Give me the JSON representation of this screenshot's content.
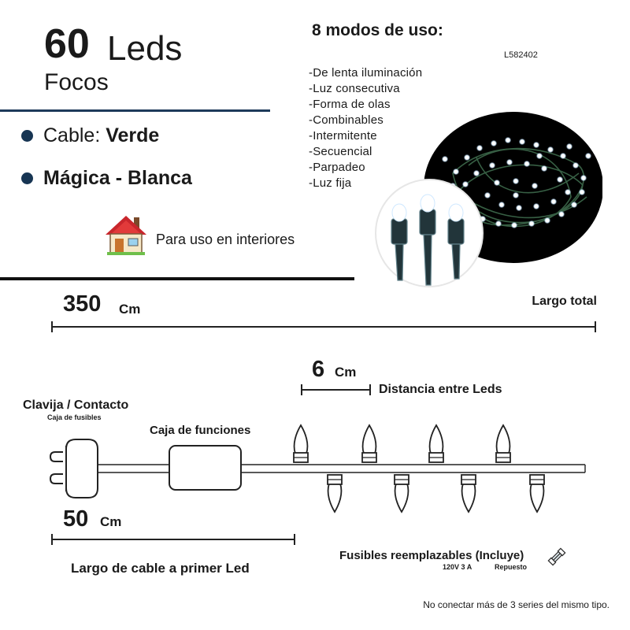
{
  "header": {
    "count": "60",
    "count_word": "Leds",
    "subtitle": "Focos",
    "cable_label": "Cable:",
    "cable_color": "Verde",
    "light_type": "Mágica - Blanca",
    "indoor_text": "Para uso en interiores"
  },
  "modes": {
    "title": "8 modos de uso:",
    "sku": "L582402",
    "items": [
      "-De lenta iluminación",
      "-Luz consecutiva",
      "-Forma de olas",
      "-Combinables",
      "-Intermitente",
      "-Secuencial",
      "-Parpadeo",
      "-Luz fija"
    ]
  },
  "dimensions": {
    "total_value": "350",
    "total_unit": "Cm",
    "total_label": "Largo total",
    "spacing_value": "6",
    "spacing_unit": "Cm",
    "spacing_label": "Distancia entre Leds",
    "lead_value": "50",
    "lead_unit": "Cm",
    "lead_label": "Largo de cable a primer Led"
  },
  "diagram": {
    "plug_label": "Clavija / Contacto",
    "plug_sublabel": "Caja de fusibles",
    "control_label": "Caja de funciones",
    "fuse_label": "Fusibles reemplazables (Incluye)",
    "fuse_rating": "120V 3 A",
    "fuse_spare": "Repuesto"
  },
  "footer": {
    "warning": "No conectar más de 3 series del mismo tipo."
  },
  "colors": {
    "accent": "#173553",
    "cable": "#2f5a3a"
  },
  "icons": [
    "house-icon",
    "fuse-icon",
    "plug-icon",
    "led-bulb-icon"
  ]
}
